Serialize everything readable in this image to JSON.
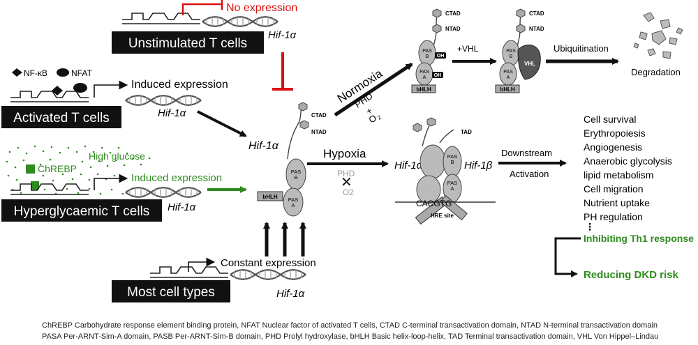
{
  "colors": {
    "red": "#dd1111",
    "green": "#2e8b1e",
    "black": "#111111",
    "gray": "#9a9a9a"
  },
  "top_gene": {
    "note": "No expression",
    "gene": "Hif-1α",
    "label": "Unstimulated T cells"
  },
  "activated": {
    "factor1": "NF-κB",
    "factor2": "NFAT",
    "note": "Induced expression",
    "gene": "Hif-1α",
    "label": "Activated T cells"
  },
  "hyper": {
    "condition": "High glucose",
    "factor": "ChREBP",
    "note": "Induced expression",
    "gene": "Hif-1α",
    "label": "Hyperglycaemic T cells"
  },
  "most": {
    "note": "Constant expression",
    "gene": "Hif-1α",
    "label": "Most cell types"
  },
  "protein": {
    "gene": "Hif-1α",
    "domains": {
      "ctad": "CTAD",
      "ntad": "NTAD",
      "pasb": "PAS\nB",
      "pasa": "PAS\nA",
      "bhlh": "bHLH",
      "oh": "OH",
      "tad": "TAD",
      "vhl": "VHL"
    }
  },
  "normoxia": {
    "label": "Normoxia",
    "enzyme": "PHD",
    "plus": "+",
    "oxygen": "O",
    "oxygen_sub": "2"
  },
  "vhl_step": {
    "label": "+VHL"
  },
  "ubiq": {
    "label": "Ubiquitination",
    "result": "Degradation"
  },
  "hypoxia": {
    "label": "Hypoxia",
    "blocked_enzyme": "PHD",
    "blocked_oxygen": "O2"
  },
  "complex": {
    "alpha": "Hif-1α",
    "beta": "Hif-1β",
    "motif": "CACGTG",
    "site": "HRE site"
  },
  "downstream": {
    "line1": "Downstream",
    "line2": "Activation"
  },
  "outcomes": [
    "Cell survival",
    "Erythropoiesis",
    "Angiogenesis",
    "Anaerobic glycolysis",
    "lipid metabolism",
    "Cell migration",
    "Nutrient uptake",
    "PH regulation",
    "⋮"
  ],
  "green_outcomes": [
    "Inhibiting Th1 response",
    "Reducing DKD risk"
  ],
  "caption": [
    "ChREBP  Carbohydrate response element binding protein, NFAT  Nuclear factor of activated T cells, CTAD  C-terminal transactivation domain, NTAD  N-terminal transactivation domain",
    "PASA  Per-ARNT-Sim-A domain, PASB  Per-ARNT-Sim-B domain, PHD  Prolyl hydroxylase, bHLH  Basic helix-loop-helix, TAD  Terminal transactivation domain, VHL  Von Hippel–Lindau"
  ]
}
